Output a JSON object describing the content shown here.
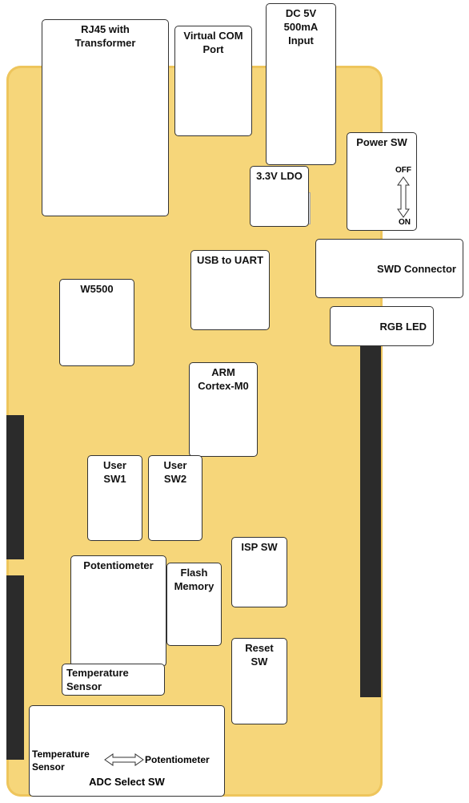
{
  "labels": {
    "rj45": "RJ45 with\nTransformer",
    "virtual_com": "Virtual COM\nPort",
    "dc_input": "DC 5V\n500mA\nInput",
    "power_sw": "Power SW",
    "off": "OFF",
    "on": "ON",
    "ldo": "3.3V LDO",
    "swd": "SWD Connector",
    "usb_uart": "USB to UART",
    "w5500": "W5500",
    "rgb_led": "RGB LED",
    "arm": "ARM\nCortex-M0",
    "user_sw1": "User\nSW1",
    "user_sw2": "User\nSW2",
    "isp_sw": "ISP SW",
    "potentiometer": "Potentiometer",
    "flash": "Flash\nMemory",
    "reset_sw": "Reset\nSW",
    "temp_sensor": "Temperature\nSensor",
    "adc_temp": "Temperature\nSensor",
    "adc_pot": "Potentiometer",
    "adc_select": "ADC Select SW"
  },
  "colors": {
    "board": "#f6d67a",
    "label_border": "#333333",
    "chip": "#2a2a2a"
  }
}
